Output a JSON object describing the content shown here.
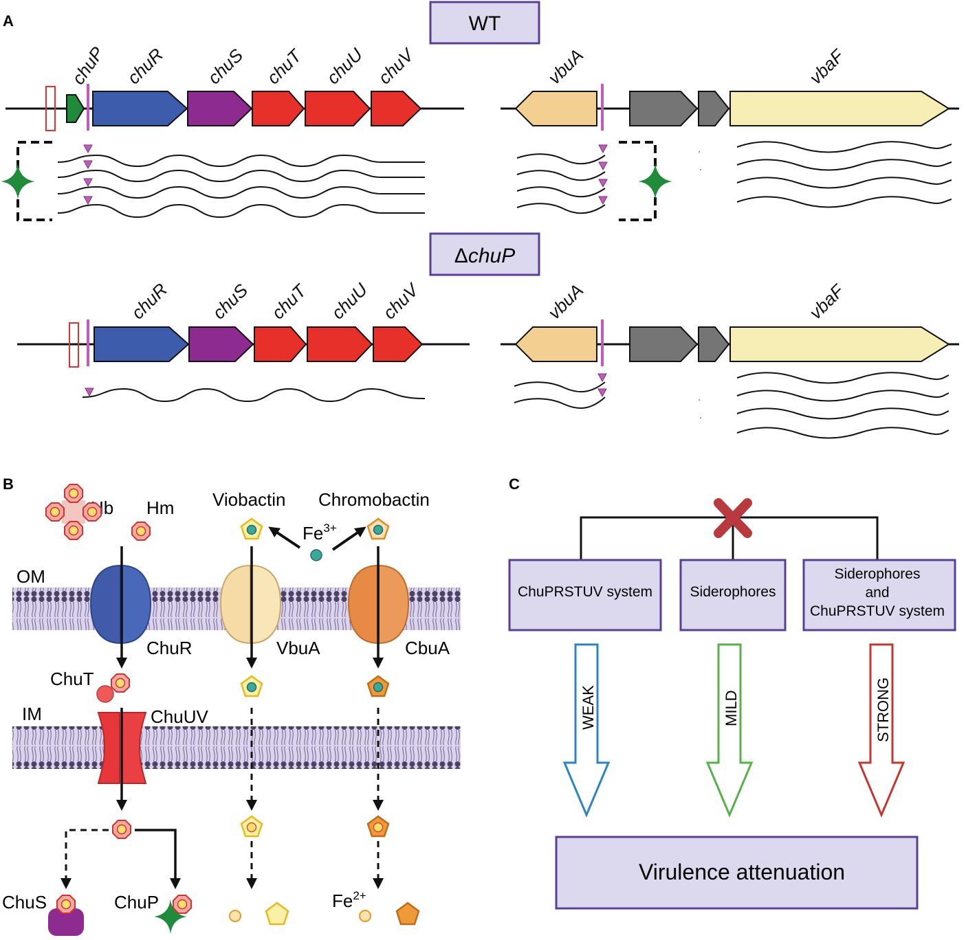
{
  "panel_a": {
    "letter": "A",
    "wt_box": "WT",
    "mutant_box_delta": "Δ",
    "mutant_box_gene": "chuP",
    "wt_chu_genes": [
      "chuP",
      "chuR",
      "chuS",
      "chuT",
      "chuU",
      "chuV"
    ],
    "mut_chu_genes": [
      "chuR",
      "chuS",
      "chuT",
      "chuU",
      "chuV"
    ],
    "vbu_gene": "vbuA",
    "vba_gene": "vbaF"
  },
  "panel_b": {
    "letter": "B",
    "hb": "Hb",
    "hm": "Hm",
    "viobactin": "Viobactin",
    "chromobactin": "Chromobactin",
    "fe3": "Fe",
    "fe3_sup": "3+",
    "om": "OM",
    "im": "IM",
    "chur": "ChuR",
    "vbua": "VbuA",
    "cbua": "CbuA",
    "chut": "ChuT",
    "chuuv": "ChuUV",
    "chus": "ChuS",
    "chup": "ChuP",
    "fe2": "Fe",
    "fe2_sup": "2+"
  },
  "panel_c": {
    "letter": "C",
    "box1": "ChuPRSTUV system",
    "box2": "Siderophores",
    "box3_line1": "Siderophores",
    "box3_line2": "and",
    "box3_line3": "ChuPRSTUV system",
    "arrow1": "WEAK",
    "arrow2": "MILD",
    "arrow3": "STRONG",
    "outcome": "Virulence attenuation"
  },
  "colors": {
    "box_fill": "#dcd8ee",
    "box_stroke": "#5a3f96",
    "chuP": "#1e8a3a",
    "chuR": "#3d5cab",
    "chuS": "#8e2b91",
    "chuTUV": "#e8302a",
    "vbuA": "#f3cf91",
    "gray_gene": "#757575",
    "vbaF": "#f7eeb5",
    "terminator": "#c15bbd",
    "star": "#1f8b3b",
    "weak": "#2a85c8",
    "mild": "#56b147",
    "strong": "#c8352f",
    "cross": "#b83a3e"
  }
}
